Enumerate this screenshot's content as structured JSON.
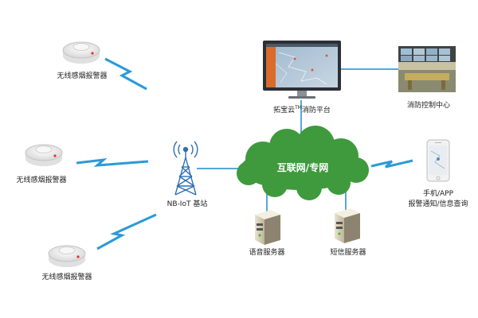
{
  "nodes": {
    "detector_1": {
      "label": "无线感烟报警器"
    },
    "detector_2": {
      "label": "无线感烟报警器"
    },
    "detector_3": {
      "label": "无线感烟报警器"
    },
    "base_station": {
      "label": "NB-IoT 基站"
    },
    "cloud": {
      "label": "互联网/专网"
    },
    "platform": {
      "label_main": "拓宝云",
      "label_sup": "TM",
      "label_rest": "消防平台"
    },
    "control_center": {
      "label": "消防控制中心"
    },
    "mobile": {
      "label_line1": "手机/APP",
      "label_line2": "报警通知/信息查询"
    },
    "voice_server": {
      "label": "语音服务器"
    },
    "sms_server": {
      "label": "短信服务器"
    }
  },
  "colors": {
    "cloud": "#3e9a3c",
    "wireless": "#2a9ad8",
    "connector": "#1d8bcd",
    "tower": "#2f6fb3"
  },
  "icons": [
    "smoke-detector-icon",
    "radio-tower-icon",
    "cloud-icon",
    "monitor-icon",
    "control-room-icon",
    "smartphone-icon",
    "server-icon",
    "lightning-signal-icon"
  ]
}
